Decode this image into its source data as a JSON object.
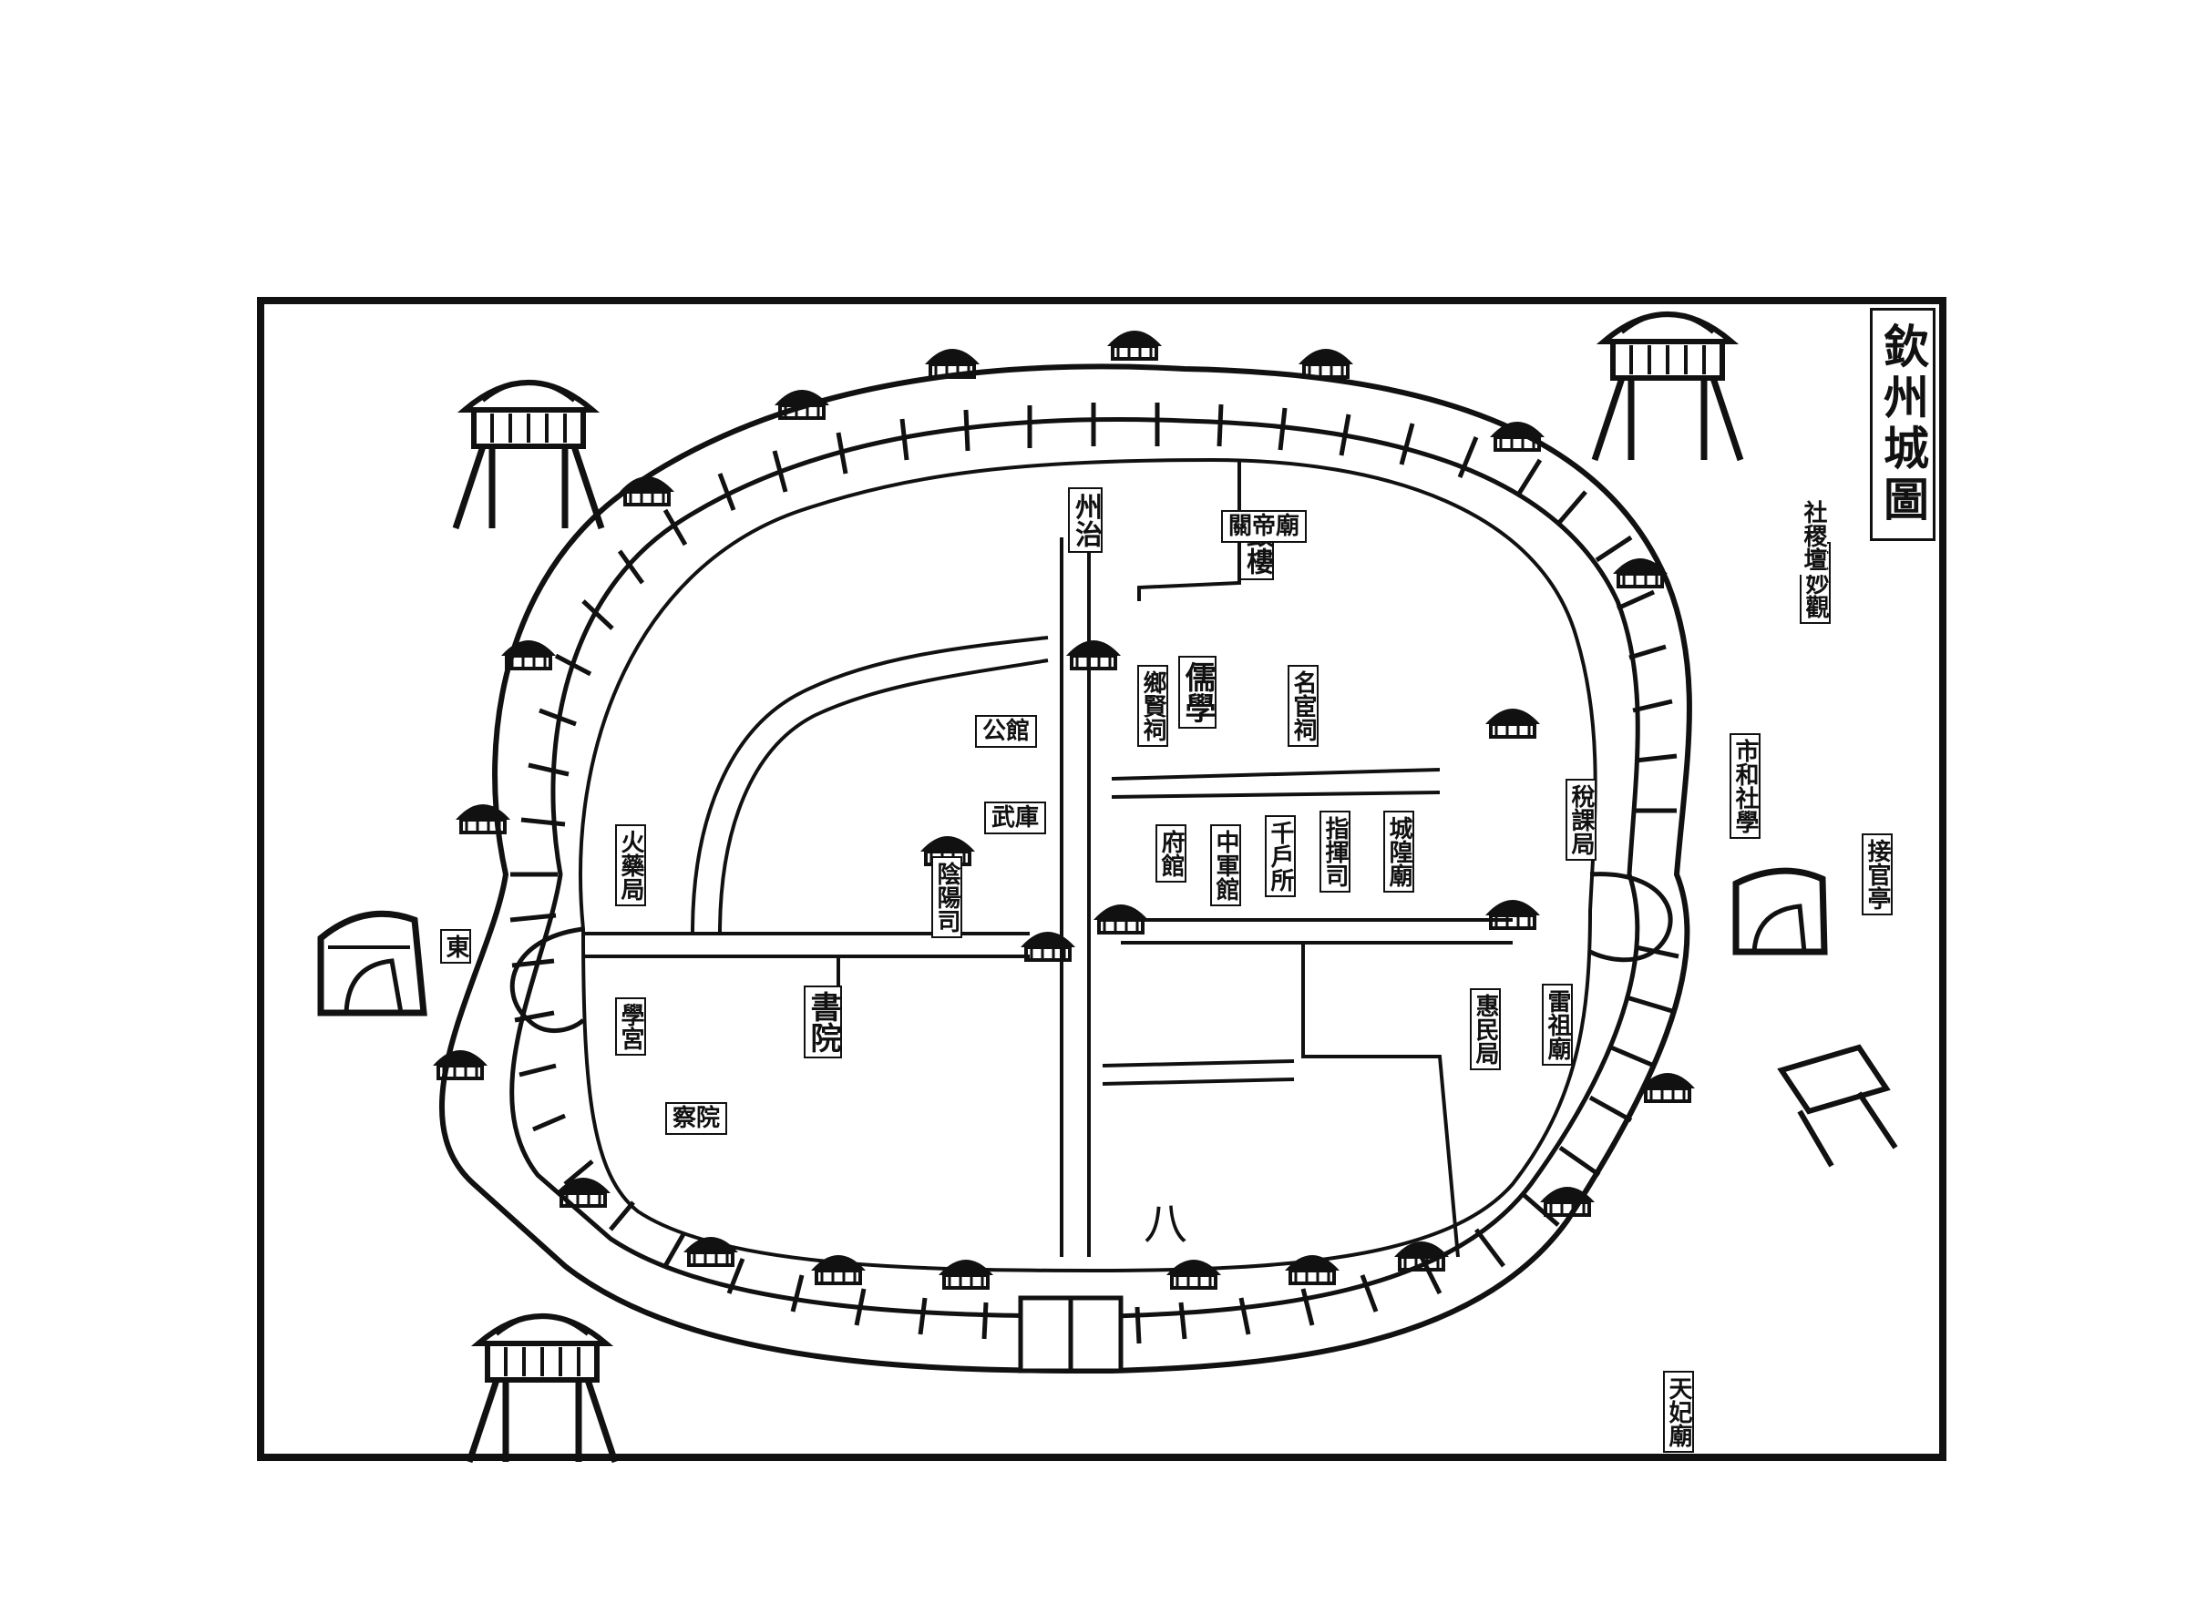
{
  "title": "欽州城圖",
  "labels": {
    "yamen_top": "州治",
    "tower_n": "鼓樓",
    "shrine_ne": "社稷壇",
    "xuanmiao": "玄妙觀",
    "academy": "儒學",
    "xiangxian": "鄉賢祠",
    "minghuan": "名宦祠",
    "fuguan": "府館",
    "zhongxun": "中軍館",
    "qianhu": "千戶所",
    "zhihui": "指揮司",
    "chenghuang": "城隍廟",
    "yinyang": "陰陽司",
    "huoyao": "火藥局",
    "qianhu_w": "公館",
    "wuku": "武庫",
    "xi_temple": "書院",
    "guanyin": "學宮",
    "shehe": "市和社學",
    "jiguan": "稅課局",
    "zhenwu": "惠民局",
    "leizu": "雷祖廟",
    "pavilion_e": "接官亭",
    "tianfei": "天妃廟",
    "gate_e": "東",
    "gate_s": "八",
    "yamen_w": "察院",
    "guandi": "關帝廟"
  },
  "colors": {
    "ink": "#111111",
    "paper": "#ffffff"
  },
  "icons": [
    "pavilion-icon",
    "gate-tower-icon",
    "battlement-icon",
    "arched-gate-icon",
    "flag-icon"
  ]
}
